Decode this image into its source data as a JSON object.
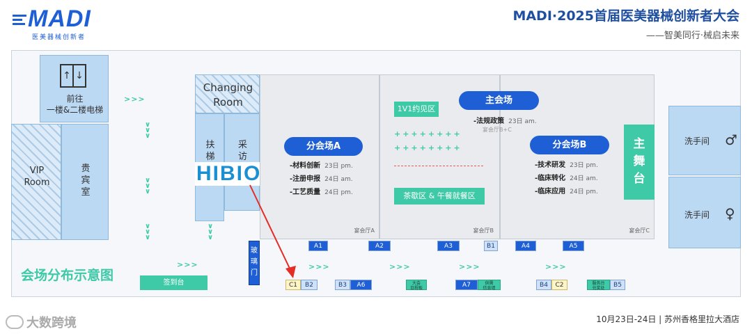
{
  "logo": {
    "text": "MADI",
    "sub": "医美器械创新者"
  },
  "header": {
    "title": "MADI·2025首届医美器械创新者大会",
    "subtitle": "——智美同行·械启未来"
  },
  "rooms": {
    "elevator": "前往\n一楼&二楼电梯",
    "vip": "VIP\nRoom",
    "guest": "贵\n宾\n室",
    "changing": "Changing\nRoom",
    "stair": "扶\n梯",
    "interview": "采\n访",
    "glass": "玻\n璃\n门",
    "restroom1": "洗手间",
    "restroom2": "洗手间",
    "main_stage": "主\n舞\n台"
  },
  "halls": {
    "a": {
      "pill": "分会场A",
      "label": "宴会厅A",
      "sessions": [
        {
          "name": "-材料创新",
          "date": "23日 pm."
        },
        {
          "name": "-注册申报",
          "date": "24日 am."
        },
        {
          "name": "-工艺质量",
          "date": "24日 pm."
        }
      ]
    },
    "b": {
      "label": "宴会厅B"
    },
    "c": {
      "label": "宴会厅C"
    },
    "main": {
      "pill": "主会场",
      "session_name": "-法规政策",
      "session_date": "23日 am.",
      "sub_label": "宴会厅B+C"
    },
    "branch_b": {
      "pill": "分会场B",
      "sessions": [
        {
          "name": "-技术研发",
          "date": "23日 pm."
        },
        {
          "name": "-临床转化",
          "date": "24日 am."
        },
        {
          "name": "-临床应用",
          "date": "24日 pm."
        }
      ]
    },
    "meeting_zone": "1V1约见区",
    "tea_zone": "茶歇区 & 午餐就餐区"
  },
  "exhibitor_logo": "HIBIO",
  "map_title": "会场分布示意图",
  "sign_in": "签到台",
  "booths_top": [
    "A1",
    "A2",
    "A3",
    "B1",
    "A4",
    "A5"
  ],
  "booths_bottom": {
    "c1": "C1",
    "b2": "B2",
    "b3": "B3",
    "a6": "A6",
    "schedule": "大会\n日程板",
    "a7": "A7",
    "supply": "供需\n信息墙",
    "b4": "B4",
    "c2": "C2",
    "service": "服务台\n兑奖处",
    "b5": "B5"
  },
  "arrows": {
    "h": ">>>",
    "v": "∨\n∨\n∨"
  },
  "watermark": "大数跨境",
  "footer": "10月23日-24日 | 苏州香格里拉大酒店",
  "colors": {
    "accent": "#1f5fd6",
    "green": "#3ec9a7",
    "arrow_red": "#e52d27"
  }
}
